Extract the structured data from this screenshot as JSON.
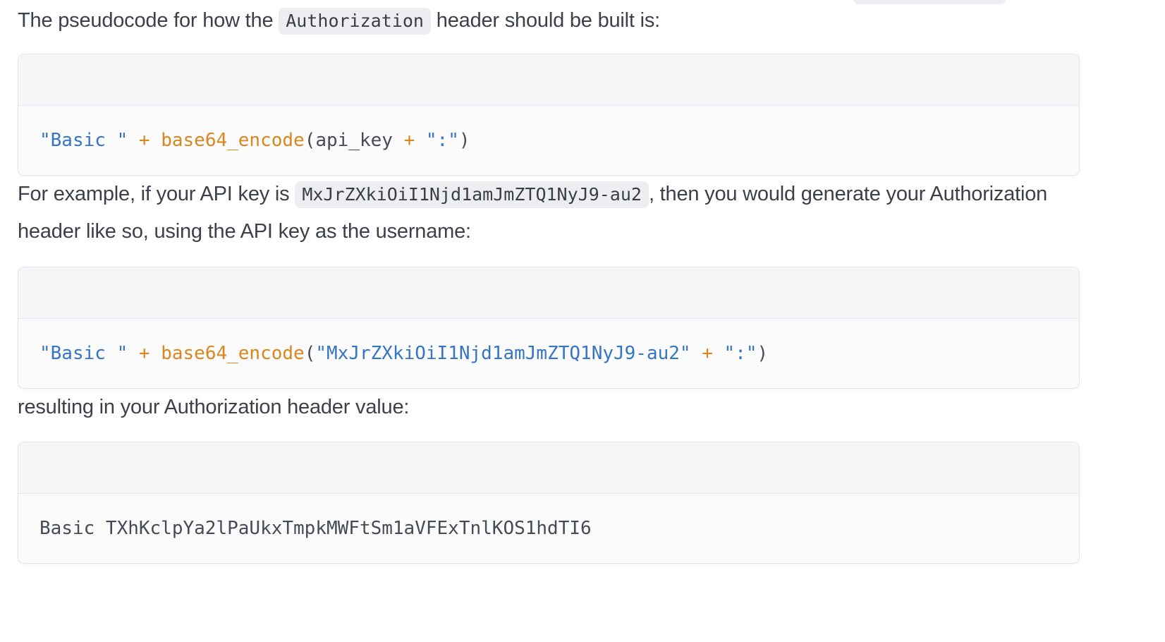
{
  "colors": {
    "text": "#3b404b",
    "inline_code_bg": "#edeef2",
    "inline_code_text": "#383d47",
    "code_plain": "#454b57",
    "code_string": "#3476c4",
    "code_operator": "#d9861f",
    "code_function": "#d9861f",
    "code_block_header_bg": "#f6f6f8",
    "code_block_body_bg": "#fbfbfb",
    "code_block_border": "#e6e7ea",
    "code_block_divider": "#e9eaee"
  },
  "paragraphs": {
    "p1": {
      "segments": [
        {
          "v": "The pseudocode for how the "
        },
        {
          "v": "Authorization",
          "c": true
        },
        {
          "v": " header should be built is:"
        }
      ]
    },
    "p2": {
      "segments": [
        {
          "v": "For example, if your API key is "
        },
        {
          "v": "MxJrZXkiOiI1Njd1amJmZTQ1NyJ9-au2",
          "c": true
        },
        {
          "v": ", then you would generate your Authorization header like so, using the API key as the username:"
        }
      ]
    },
    "p3": {
      "segments": [
        {
          "v": "resulting in your Authorization header value:"
        }
      ]
    }
  },
  "code_blocks": {
    "pseudocode": {
      "tokens": [
        {
          "v": "\"Basic \"",
          "k": "str"
        },
        {
          "v": " ",
          "k": "plain"
        },
        {
          "v": "+",
          "k": "op"
        },
        {
          "v": " ",
          "k": "plain"
        },
        {
          "v": "base64_encode",
          "k": "fn"
        },
        {
          "v": "(api_key ",
          "k": "plain"
        },
        {
          "v": "+",
          "k": "op"
        },
        {
          "v": " ",
          "k": "plain"
        },
        {
          "v": "\":\"",
          "k": "str"
        },
        {
          "v": ")",
          "k": "plain"
        }
      ]
    },
    "example": {
      "tokens": [
        {
          "v": "\"Basic \"",
          "k": "str"
        },
        {
          "v": " ",
          "k": "plain"
        },
        {
          "v": "+",
          "k": "op"
        },
        {
          "v": " ",
          "k": "plain"
        },
        {
          "v": "base64_encode",
          "k": "fn"
        },
        {
          "v": "(",
          "k": "plain"
        },
        {
          "v": "\"MxJrZXkiOiI1Njd1amJmZTQ1NyJ9-au2\"",
          "k": "str"
        },
        {
          "v": " ",
          "k": "plain"
        },
        {
          "v": "+",
          "k": "op"
        },
        {
          "v": " ",
          "k": "plain"
        },
        {
          "v": "\":\"",
          "k": "str"
        },
        {
          "v": ")",
          "k": "plain"
        }
      ]
    },
    "result": {
      "tokens": [
        {
          "v": "Basic TXhKclpYa2lPaUkxTmpkMWFtSm1aVFExTnlKOS1hdTI6",
          "k": "plain"
        }
      ]
    }
  }
}
